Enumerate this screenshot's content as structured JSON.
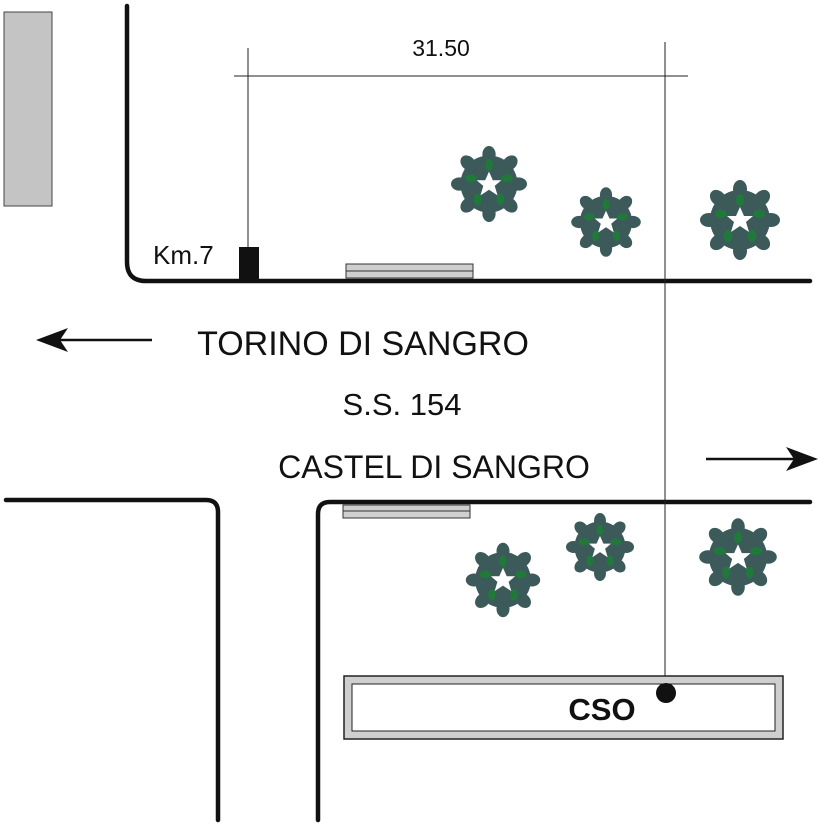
{
  "dimension": {
    "value": "31.50"
  },
  "marker": {
    "label": "Km.7"
  },
  "road": {
    "west_direction": "TORINO DI SANGRO",
    "name": "S.S. 154",
    "east_direction": "CASTEL DI SANGRO"
  },
  "station": {
    "label": "CSO"
  },
  "colors": {
    "line": "#111111",
    "building_gray": "#c4c4c4",
    "tree_dark": "#3d5a5b",
    "tree_green": "#1f7a3a",
    "station_frame": "#cfcfcf"
  },
  "icons": {
    "tree": "tree-icon",
    "west_arrow": "arrow-left-icon",
    "east_arrow": "arrow-right-icon",
    "station_point": "dot-icon"
  }
}
